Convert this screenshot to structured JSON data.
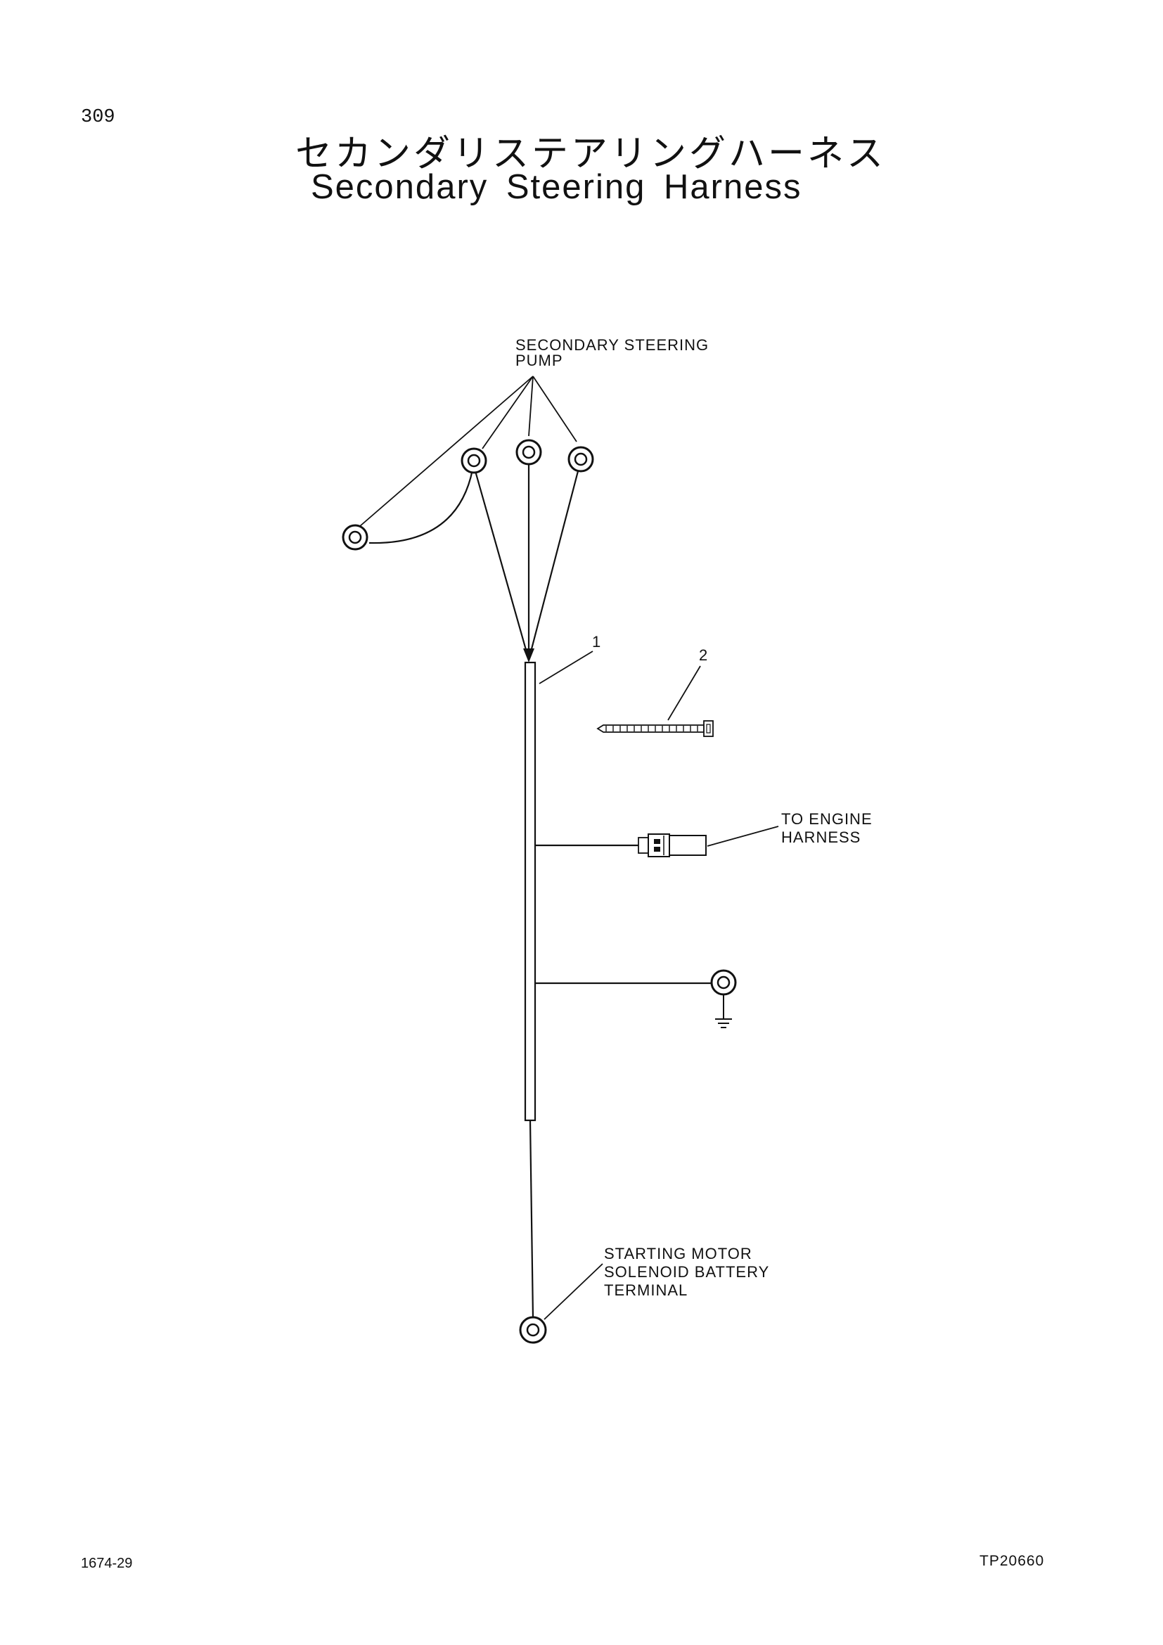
{
  "page_number": "309",
  "title_jp": "セカンダリステアリングハーネス",
  "title_en": "Secondary Steering Harness",
  "labels": {
    "pump_line1": "SECONDARY STEERING",
    "pump_line2": "PUMP",
    "engine_line1": "TO ENGINE",
    "engine_line2": "HARNESS",
    "motor_line1": "STARTING MOTOR",
    "motor_line2": "SOLENOID BATTERY",
    "motor_line3": "TERMINAL"
  },
  "callouts": {
    "harness": "1",
    "cable_tie": "2"
  },
  "footer": {
    "left": "1674-29",
    "right": "TP20660"
  }
}
